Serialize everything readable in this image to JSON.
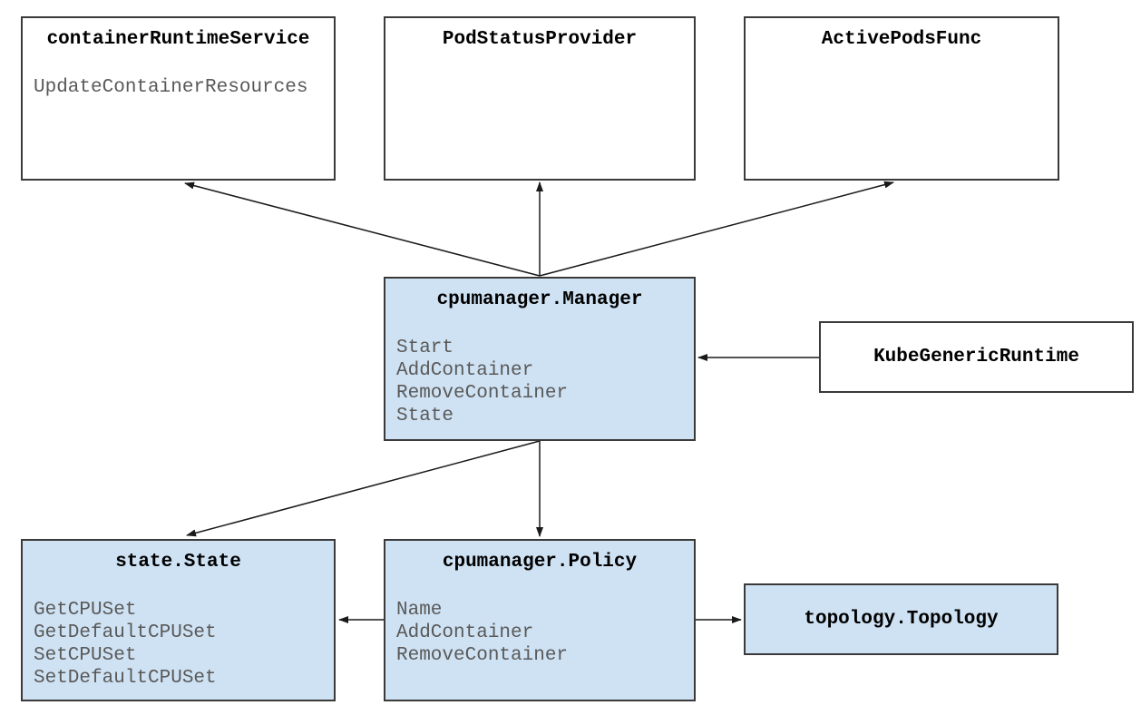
{
  "diagram": {
    "name": "cpumanager-architecture",
    "colors": {
      "node_fill_blue": "#cfe2f3",
      "node_fill_white": "#ffffff",
      "node_border": "#3a3a3a",
      "arrow": "#1a1a1a",
      "title_text": "#000000",
      "method_text": "#595959"
    },
    "nodes": {
      "container_runtime_service": {
        "title": "containerRuntimeService",
        "methods": [
          "UpdateContainerResources"
        ]
      },
      "pod_status_provider": {
        "title": "PodStatusProvider",
        "methods": []
      },
      "active_pods_func": {
        "title": "ActivePodsFunc",
        "methods": []
      },
      "cpumanager_manager": {
        "title": "cpumanager.Manager",
        "methods": [
          "Start",
          "AddContainer",
          "RemoveContainer",
          "State"
        ]
      },
      "kube_generic_runtime": {
        "title": "KubeGenericRuntime",
        "methods": []
      },
      "state_state": {
        "title": "state.State",
        "methods": [
          "GetCPUSet",
          "GetDefaultCPUSet",
          "SetCPUSet",
          "SetDefaultCPUSet"
        ]
      },
      "cpumanager_policy": {
        "title": "cpumanager.Policy",
        "methods": [
          "Name",
          "AddContainer",
          "RemoveContainer"
        ]
      },
      "topology_topology": {
        "title": "topology.Topology",
        "methods": []
      }
    },
    "edges": [
      {
        "from": "cpumanager.Manager",
        "to": "containerRuntimeService"
      },
      {
        "from": "cpumanager.Manager",
        "to": "PodStatusProvider"
      },
      {
        "from": "cpumanager.Manager",
        "to": "ActivePodsFunc"
      },
      {
        "from": "KubeGenericRuntime",
        "to": "cpumanager.Manager"
      },
      {
        "from": "cpumanager.Manager",
        "to": "state.State"
      },
      {
        "from": "cpumanager.Manager",
        "to": "cpumanager.Policy"
      },
      {
        "from": "cpumanager.Policy",
        "to": "state.State"
      },
      {
        "from": "cpumanager.Policy",
        "to": "topology.Topology"
      }
    ]
  }
}
